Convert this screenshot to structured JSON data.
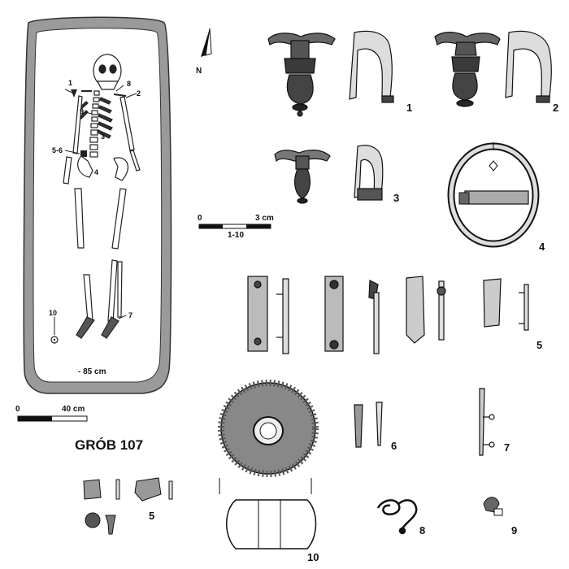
{
  "title": "GRÓB 107",
  "depth": "- 85 cm",
  "north": "N",
  "grave_scale": {
    "start": "0",
    "end": "40 cm"
  },
  "artifact_scale": {
    "start": "0",
    "end": "3 cm",
    "range": "1-10"
  },
  "skeleton_labels": [
    "1",
    "8",
    "2",
    "9",
    "3",
    "5-6",
    "4",
    "10",
    "7"
  ],
  "artifact_numbers": {
    "a1": "1",
    "a2": "2",
    "a3": "3",
    "a4": "4",
    "a5": "5",
    "a6": "6",
    "a7": "7",
    "a8": "8",
    "a9": "9",
    "a10": "10",
    "a5b": "5"
  }
}
